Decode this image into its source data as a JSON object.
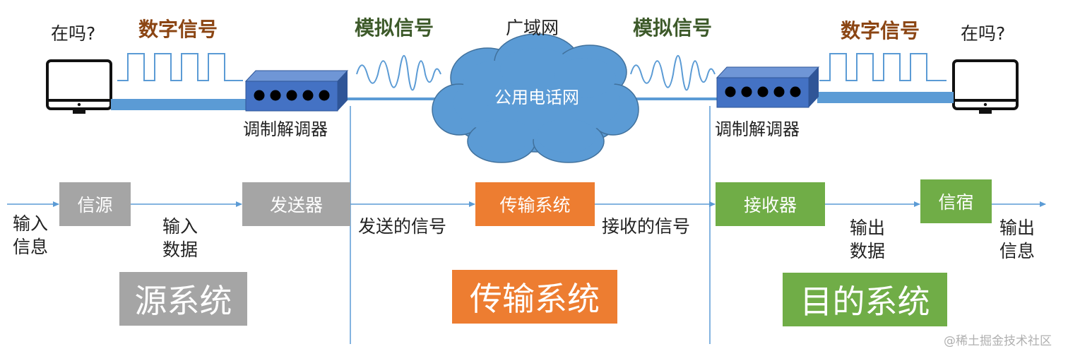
{
  "top": {
    "left_question": "在吗?",
    "right_question": "在吗?",
    "digital_left": "数字信号",
    "digital_right": "数字信号",
    "analog_left": "模拟信号",
    "analog_right": "模拟信号",
    "wan": "广域网",
    "cloud": "公用电话网",
    "modem_left": "调制解调器",
    "modem_right": "调制解调器"
  },
  "flow": {
    "input_info": "输入\n信息",
    "source": "信源",
    "input_data": "输入\n数据",
    "transmitter": "发送器",
    "sent_signal": "发送的信号",
    "transmission": "传输系统",
    "received_signal": "接收的信号",
    "receiver": "接收器",
    "output_data": "输出\n数据",
    "sink": "信宿",
    "output_info": "输出\n信息"
  },
  "systems": {
    "source": "源系统",
    "transmission": "传输系统",
    "destination": "目的系统"
  },
  "watermark": "@稀土掘金技术社区",
  "colors": {
    "gray": "#a5a5a5",
    "orange": "#ed7d31",
    "green": "#70ad47",
    "blue": "#5b9bd5",
    "modem": "#4472c4",
    "arrow": "#5b9bd5",
    "divider": "#5b9bd5"
  }
}
